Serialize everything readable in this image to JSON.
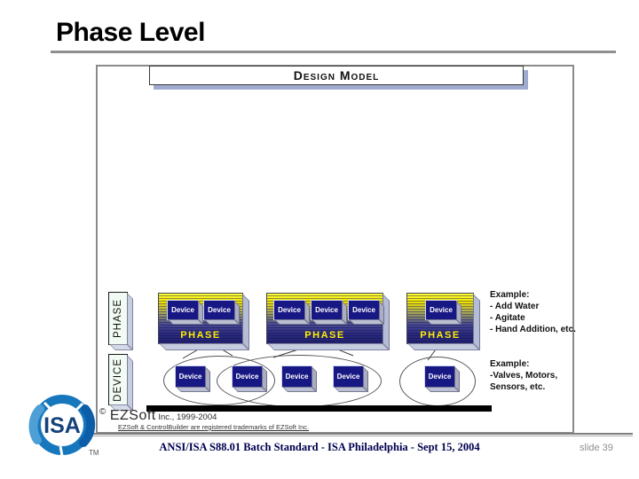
{
  "slide": {
    "title": "Phase Level",
    "footer": "ANSI/ISA S88.01 Batch Standard - ISA Philadelphia - Sept 15, 2004",
    "slide_number": "slide 39"
  },
  "diagram": {
    "header": "Design Model",
    "row_labels": [
      "PHASE",
      "DEVICE"
    ],
    "phases": [
      {
        "label": "PHASE",
        "devices": [
          "Device",
          "Device"
        ]
      },
      {
        "label": "PHASE",
        "devices": [
          "Device",
          "Device",
          "Device"
        ]
      },
      {
        "label": "PHASE",
        "devices": [
          "Device"
        ]
      }
    ],
    "device_row": [
      "Device",
      "Device",
      "Device",
      "Device",
      "Device"
    ],
    "examples": {
      "phase": {
        "title": "Example:",
        "lines": [
          "- Add Water",
          "- Agitate",
          "- Hand Addition, etc."
        ]
      },
      "device": {
        "title": "Example:",
        "lines": [
          "-Valves, Motors,",
          "Sensors, etc."
        ]
      }
    }
  },
  "branding": {
    "copyright_symbol": "©",
    "copyright_name": "EZSoft",
    "copyright_rest": " Inc., 1999-2004",
    "trademark_note": "EZSoft & ControlBuilder are registered trademarks of EZSoft Inc.",
    "logo_text": "ISA",
    "logo_tm": "TM"
  },
  "colors": {
    "phase_top": "#ffff38",
    "phase_bottom": "#23236e",
    "device_navy": "#181885",
    "phase_text_yellow": "#ffee00",
    "header_shadow": "#9fabd0",
    "logo_blue": "#1777bd",
    "footer_navy": "#000050",
    "rule_gray": "#8f8f8f"
  }
}
